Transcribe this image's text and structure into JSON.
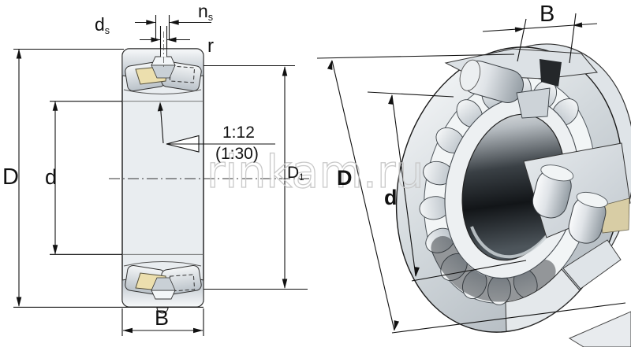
{
  "watermark": {
    "text": "rinkam.ru"
  },
  "section": {
    "labels": {
      "ds_main": "d",
      "ds_sub": "s",
      "ns_main": "n",
      "ns_sub": "s",
      "r": "r",
      "D": "D",
      "d": "d",
      "D1_main": "D",
      "D1_sub": "1",
      "B": "B",
      "taper": "1:12",
      "taper_alt": "(1:30)"
    }
  },
  "iso": {
    "labels": {
      "B": "B",
      "D": "D",
      "d": "d"
    }
  },
  "colors": {
    "line": "#111111",
    "body_fill": "#e9edf0",
    "ring_fill": "#c9d0d6",
    "cage_fill": "#ecdfae",
    "roller_fill": "#dfe4e9",
    "bore_dark": "#17191c",
    "watermark_stroke": "#c7c7c7"
  }
}
